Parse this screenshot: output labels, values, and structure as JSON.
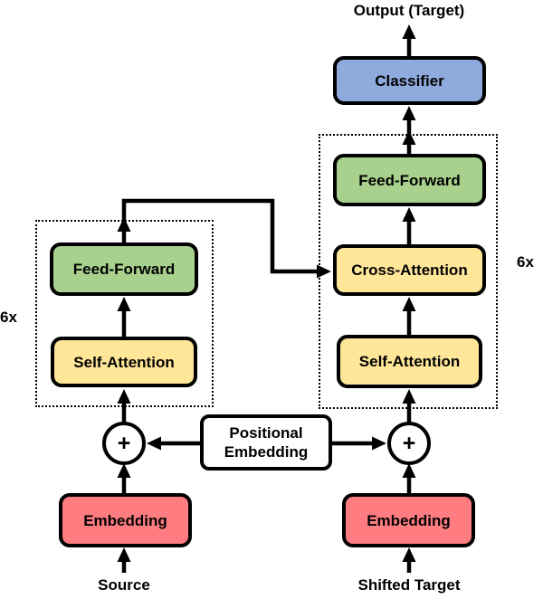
{
  "output_label": "Output (Target)",
  "classifier": {
    "label": "Classifier"
  },
  "decoder": {
    "repeat_label": "6x",
    "feed_forward_label": "Feed-Forward",
    "cross_attention_label": "Cross-Attention",
    "self_attention_label": "Self-Attention",
    "embedding_label": "Embedding",
    "input_label": "Shifted Target"
  },
  "encoder": {
    "repeat_label": "6x",
    "feed_forward_label": "Feed-Forward",
    "self_attention_label": "Self-Attention",
    "embedding_label": "Embedding",
    "input_label": "Source"
  },
  "positional_embedding": {
    "line1": "Positional",
    "line2": "Embedding"
  },
  "add_node_symbol": "+",
  "colors": {
    "classifier_blue": "#8FAADC",
    "feed_forward_green": "#A9D18E",
    "attention_yellow": "#FFE699",
    "embedding_red": "#FF7C80",
    "positional_white": "#FFFFFF",
    "outline_black": "#000000"
  }
}
